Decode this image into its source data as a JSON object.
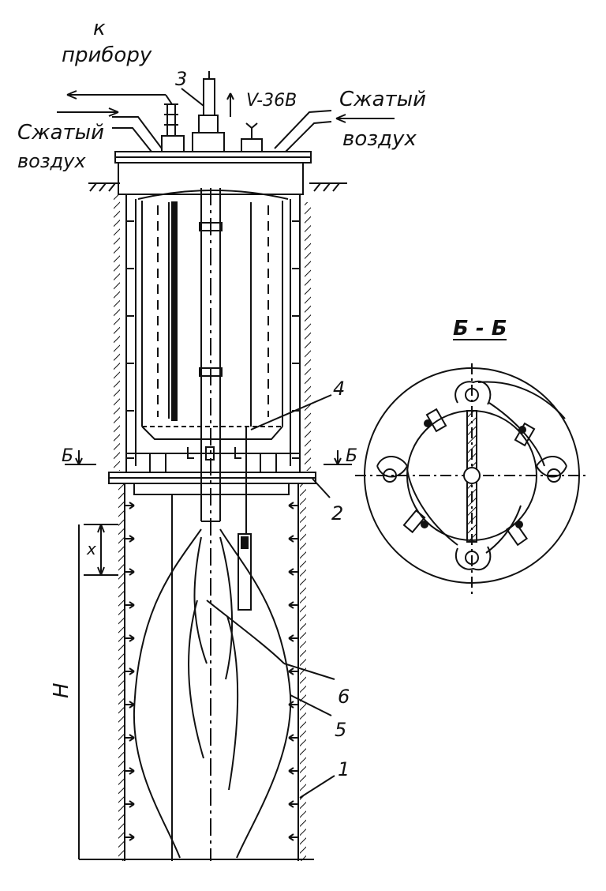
{
  "labels": {
    "to_device_1": "к",
    "to_device_2": "прибору",
    "voltage": "V-36В",
    "air_left_1": "Сжатый",
    "air_left_2": "воздух",
    "air_right_1": "Сжатый",
    "air_right_2": "воздух",
    "section_title": "Б - Б",
    "section_mark_left": "Б",
    "section_mark_right": "Б",
    "dim_x": "x",
    "dim_H": "H"
  },
  "callouts": {
    "n1": "1",
    "n2": "2",
    "n3": "3",
    "n4": "4",
    "n5": "5",
    "n6": "6"
  },
  "colors": {
    "ink": "#111111",
    "paper": "#ffffff"
  }
}
